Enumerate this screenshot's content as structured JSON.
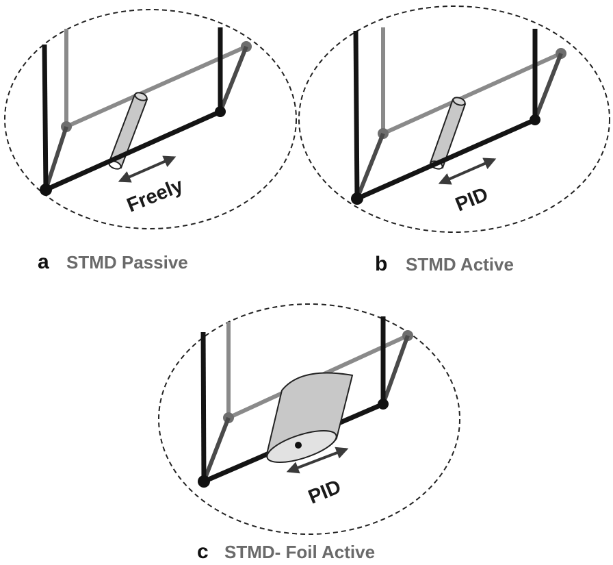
{
  "panels": [
    {
      "letter": "a",
      "title": "STMD Passive",
      "motion": "Freely"
    },
    {
      "letter": "b",
      "title": "STMD Active",
      "motion": "PID"
    },
    {
      "letter": "c",
      "title": "STMD- Foil Active",
      "motion": "PID"
    }
  ],
  "colors": {
    "dark_frame": "#141414",
    "mid_frame": "#4a4a4a",
    "light_frame": "#8a8a8a",
    "damper_fill": "#c8c8c8",
    "arrow": "#3a3a3a",
    "caption_title": "#6a6a6a"
  }
}
